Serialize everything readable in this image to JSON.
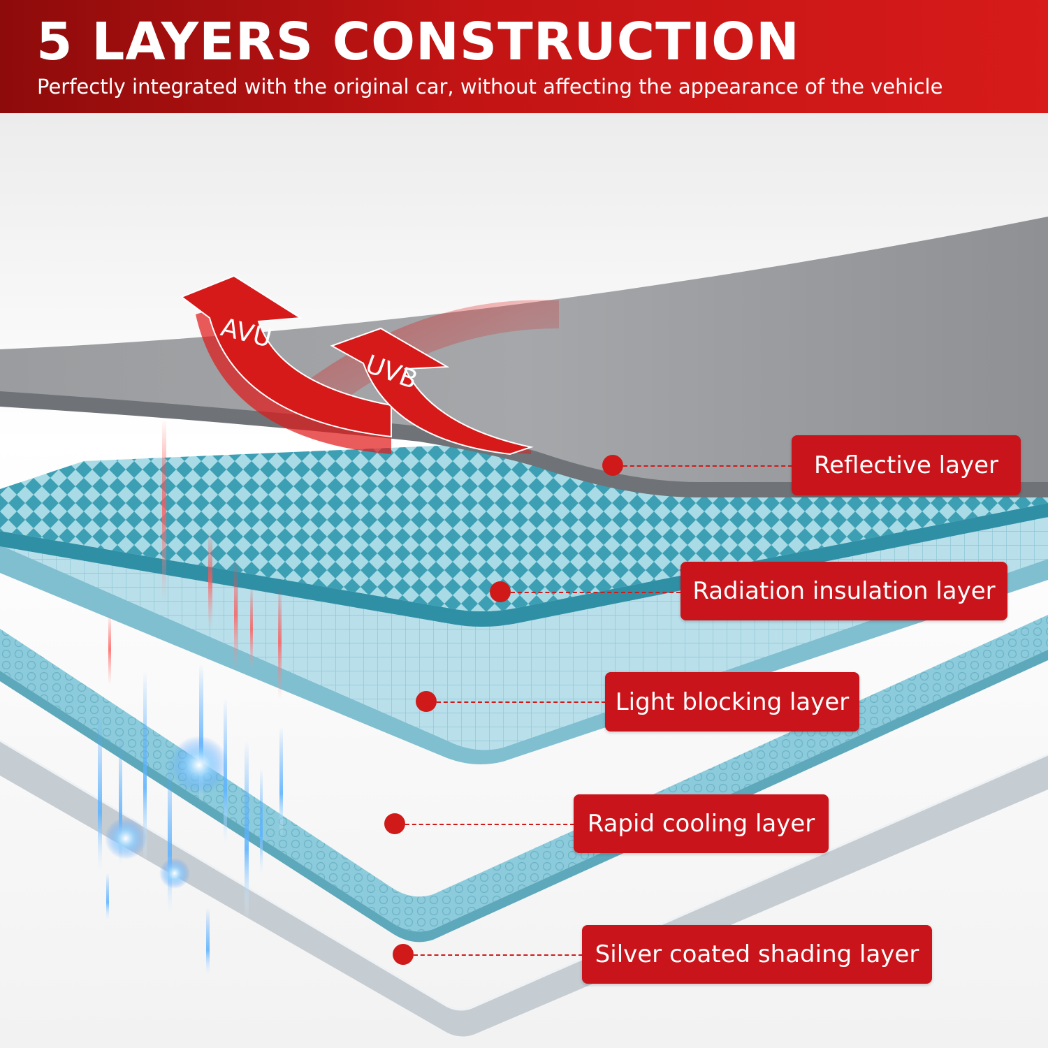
{
  "header": {
    "title": "5 LAYERS CONSTRUCTION",
    "subtitle": "Perfectly integrated with the original car, without affecting the appearance of the vehicle"
  },
  "arrows": [
    {
      "label": "AVU",
      "icon": "curved-arrow-up-icon"
    },
    {
      "label": "UVB",
      "icon": "curved-arrow-up-icon"
    }
  ],
  "layers": [
    {
      "label": "Reflective layer"
    },
    {
      "label": "Radiation insulation layer"
    },
    {
      "label": "Light blocking layer"
    },
    {
      "label": "Rapid cooling layer"
    },
    {
      "label": "Silver coated shading layer"
    }
  ],
  "colors": {
    "accent_red": "#c8141a",
    "reflective_grey": "#8c8f93",
    "insulation_teal": "#5fb3c4",
    "cooling_blue": "#9fd4e3",
    "silver": "#d6dbe0"
  }
}
